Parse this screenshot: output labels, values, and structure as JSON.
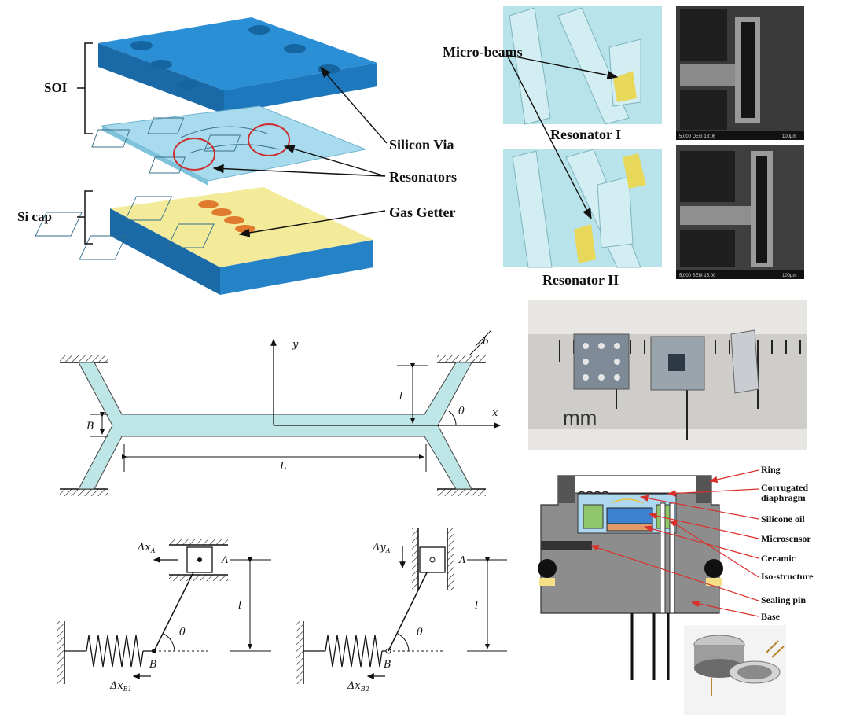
{
  "panel_a": {
    "soi": "SOI",
    "si_cap": "Si cap",
    "silicon_via": "Silicon Via",
    "resonators": "Resonators",
    "gas_getter": "Gas Getter"
  },
  "panel_b": {
    "micro_beams": "Micro-beams",
    "resonator_1": "Resonator I",
    "resonator_2": "Resonator II",
    "sem1_caption": "5,000 DEG 13:06",
    "sem1_scale": "100µm",
    "sem2_caption": "5,000 SEM 15:00",
    "sem2_scale": "100µm"
  },
  "panel_c": {
    "y": "y",
    "x": "x",
    "l": "l",
    "theta": "θ",
    "B": "B",
    "L": "L",
    "b": "b"
  },
  "panel_d": {
    "mm": "mm"
  },
  "panel_e": {
    "left": {
      "dx_a": "Δx",
      "dx_a_sub": "A",
      "A": "A",
      "l": "l",
      "theta": "θ",
      "B": "B",
      "dx_b": "Δx",
      "dx_b_sub": "B1"
    },
    "right": {
      "dy_a": "Δy",
      "dy_a_sub": "A",
      "A": "A",
      "l": "l",
      "theta": "θ",
      "B": "B",
      "dx_b": "Δx",
      "dx_b_sub": "B2"
    }
  },
  "panel_f": {
    "labels": [
      "Ring",
      "Corrugated",
      "diaphragm",
      "Silicone oil",
      "Microsensor",
      "Ceramic",
      "Iso-structure",
      "Sealing pin",
      "Base"
    ]
  },
  "colors": {
    "soi_blue": "#1f7fc4",
    "wafer_light": "#9fd3e6",
    "cap_yellow": "#f0e68c",
    "getter_orange": "#e07a2e",
    "beam_cyan": "#bfe6e6",
    "red_arrow": "#d9302b"
  }
}
